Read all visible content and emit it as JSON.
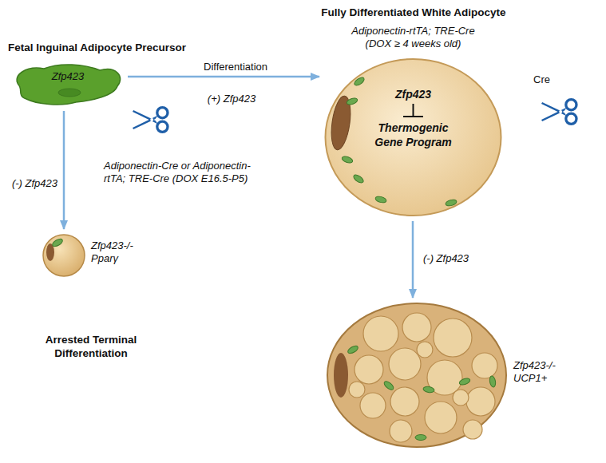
{
  "diagram": {
    "nodes": [
      {
        "text": [
          "Fetal Inguinal Adipocyte Precursor",
          "Zfp423"
        ]
      },
      {
        "text": [
          "Fully Differentiated White Adipocyte",
          "Zfp423",
          "Thermogenic Gene Program"
        ]
      },
      {
        "text": [
          "Zfp423-/- Pparγ",
          "Arrested Terminal Differentiation"
        ]
      },
      {
        "text": [
          "Zfp423-/- UCP1+"
        ]
      }
    ],
    "edges": [
      {
        "from": 0,
        "to": 1,
        "arrow": "to",
        "label": "Differentiation"
      },
      {
        "from": 0,
        "to": 2,
        "arrow": "to",
        "label": "(-) Zfp423"
      },
      {
        "from": 1,
        "to": 3,
        "arrow": "to",
        "label": "(-) Zfp423"
      }
    ],
    "labels": [
      "Adiponectin-rtTA; TRE-Cre (DOX ≥ 4 weeks old)",
      "Cre",
      "(+) Zfp423",
      "Adiponectin-Cre or Adiponectin-rtTA; TRE-Cre (DOX E16.5-P5)"
    ]
  }
}
